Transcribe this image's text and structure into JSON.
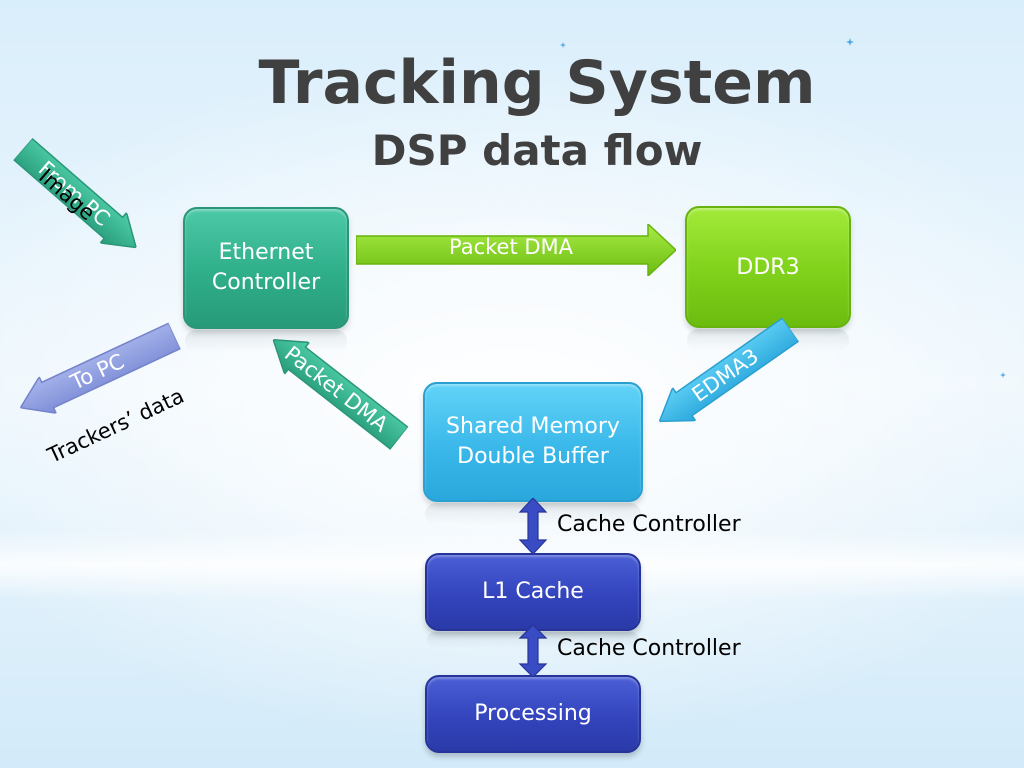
{
  "title": {
    "line1": "Tracking System",
    "line2": "DSP data flow"
  },
  "boxes": {
    "ethernet": "Ethernet\nController",
    "ddr3": "DDR3",
    "shared_memory": "Shared Memory\nDouble Buffer",
    "l1_cache": "L1 Cache",
    "processing": "Processing"
  },
  "arrows": {
    "from_pc": "From PC",
    "packet_dma_top": "Packet DMA",
    "edma3": "EDMA3",
    "packet_dma_back": "Packet DMA",
    "to_pc": "To PC"
  },
  "labels": {
    "image": "Image",
    "trackers_data": "Trackers’ data",
    "cache_controller_1": "Cache Controller",
    "cache_controller_2": "Cache Controller"
  },
  "colors": {
    "teal": "#2fae8a",
    "green": "#7fd11a",
    "cyan": "#3ab8ea",
    "navy": "#3344bd",
    "lavender": "#8f9ee0"
  }
}
